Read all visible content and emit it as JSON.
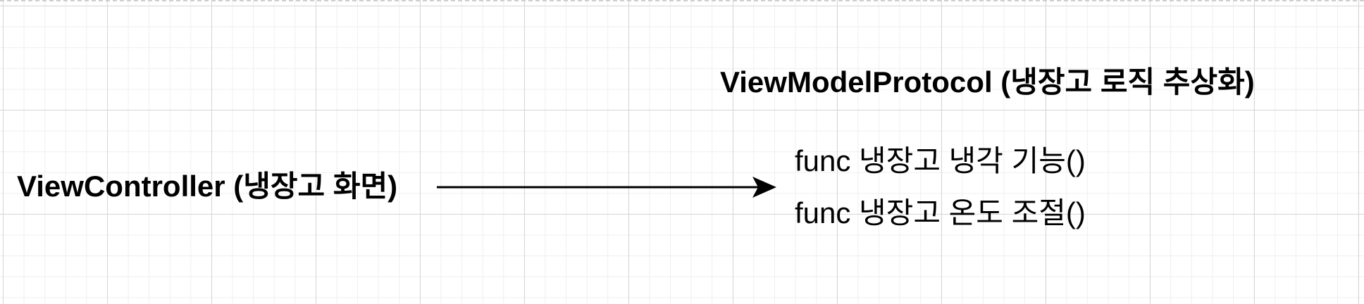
{
  "source_node": {
    "label": "ViewController (냉장고 화면)"
  },
  "target_node": {
    "title": "ViewModelProtocol (냉장고 로직 추상화)",
    "methods": [
      "func 냉장고 냉각 기능()",
      "func 냉장고 온도 조절()"
    ]
  },
  "colors": {
    "arrow": "#000000",
    "grid_major": "#d6d6d6",
    "grid_minor": "#efefef"
  }
}
